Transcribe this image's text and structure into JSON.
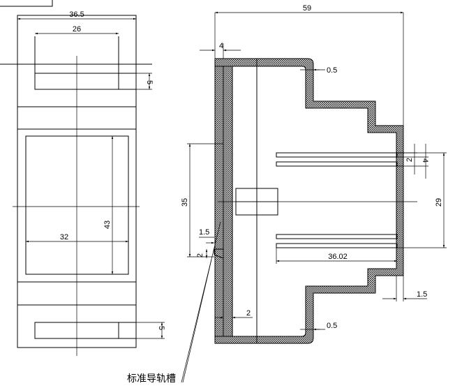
{
  "drawing": {
    "type": "engineering-drawing",
    "views": [
      "front-view",
      "section-view"
    ],
    "colors": {
      "line": "#000000",
      "background": "#ffffff",
      "hatch": "#000000"
    }
  },
  "front_view": {
    "dimensions": {
      "total_width": "36.5",
      "top_width": "26",
      "slot_height_top": "5",
      "window_width": "32",
      "window_height": "43",
      "slot_height_bottom": "5"
    }
  },
  "section_view": {
    "dimensions": {
      "total_depth": "59",
      "wall_thickness_top": "4",
      "fillet_top": "0.5",
      "rail_offset": "35",
      "rail_groove_width": "1.5",
      "rail_groove_depth": "2",
      "pin_gap": "2",
      "pin_pitch": "4",
      "pin_span": "29",
      "pin_length": "36.02",
      "back_wall": "1.5",
      "base_thickness": "2",
      "fillet_bottom": "0.5"
    },
    "annotation": "标准导轨槽"
  }
}
